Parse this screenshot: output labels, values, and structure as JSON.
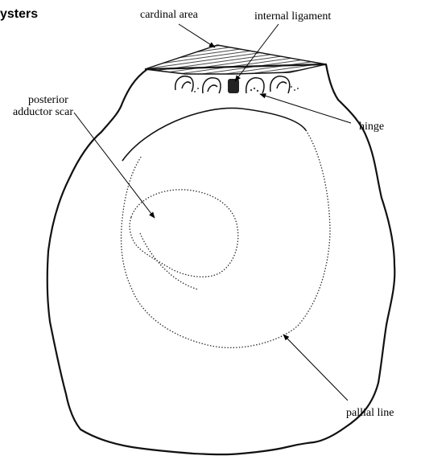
{
  "title": "ysters",
  "labels": {
    "cardinal_area": "cardinal area",
    "internal_ligament": "internal ligament",
    "posterior_line1": "posterior",
    "posterior_line2": "adductor scar",
    "hinge": "hinge",
    "pallial_line": "pallial line"
  }
}
